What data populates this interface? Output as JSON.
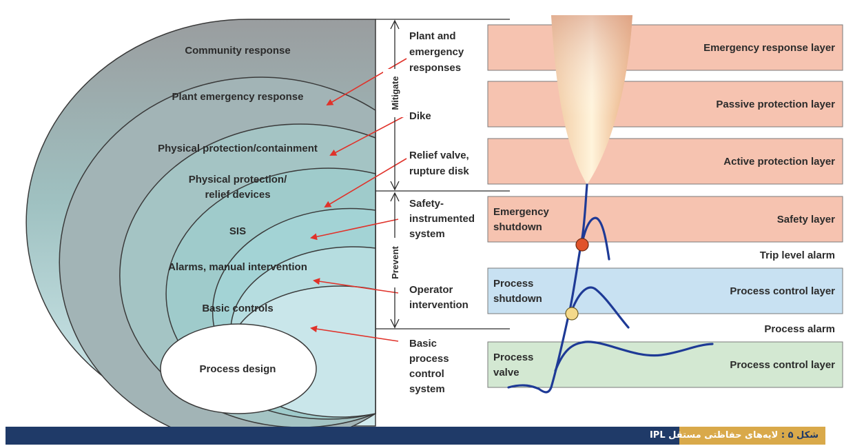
{
  "onion_layers": [
    "Community response",
    "Plant emergency response",
    "Physical protection/containment",
    "Physical protection/",
    "relief  devices",
    "SIS",
    "Alarms, manual intervention",
    "Basic controls",
    "Process design"
  ],
  "middle_labels": {
    "plant": [
      "Plant and",
      "emergency",
      "responses"
    ],
    "dike": [
      "Dike"
    ],
    "relief": [
      "Relief valve,",
      "rupture disk"
    ],
    "safety": [
      "Safety-",
      "instrumented",
      "system"
    ],
    "operator": [
      "Operator",
      "intervention"
    ],
    "basic": [
      "Basic",
      "process",
      "control",
      "system"
    ]
  },
  "brackets": {
    "mitigate": "Mitigate",
    "prevent": "Prevent"
  },
  "layers": [
    {
      "name": "Emergency response layer",
      "color": "#f6c3b0"
    },
    {
      "name": "Passive protection layer",
      "color": "#f6c3b0"
    },
    {
      "name": "Active protection layer",
      "color": "#f6c3b0"
    },
    {
      "name": "Safety layer",
      "color": "#f6c3b0",
      "inner": [
        "Emergency",
        "shutdown"
      ]
    },
    {
      "name": "Process control layer",
      "color": "#c8e1f2",
      "inner": [
        "Process",
        "shutdown"
      ]
    },
    {
      "name": "Process control layer",
      "color": "#d3e8d2",
      "inner": [
        "Process",
        "valve"
      ]
    }
  ],
  "alarms": {
    "trip": "Trip level alarm",
    "process": "Process alarm"
  },
  "caption": {
    "prefix": "شکل ۵ :",
    "title": "لایه‌های حفاظتی مستقل IPL"
  },
  "colors": {
    "arrow": "#e0322a",
    "curve": "#1e3a96",
    "trip_dot": "#e0532a",
    "alarm_dot": "#f4d98a",
    "footer": "#1f3a68",
    "caption_accent": "#d9a94a"
  }
}
